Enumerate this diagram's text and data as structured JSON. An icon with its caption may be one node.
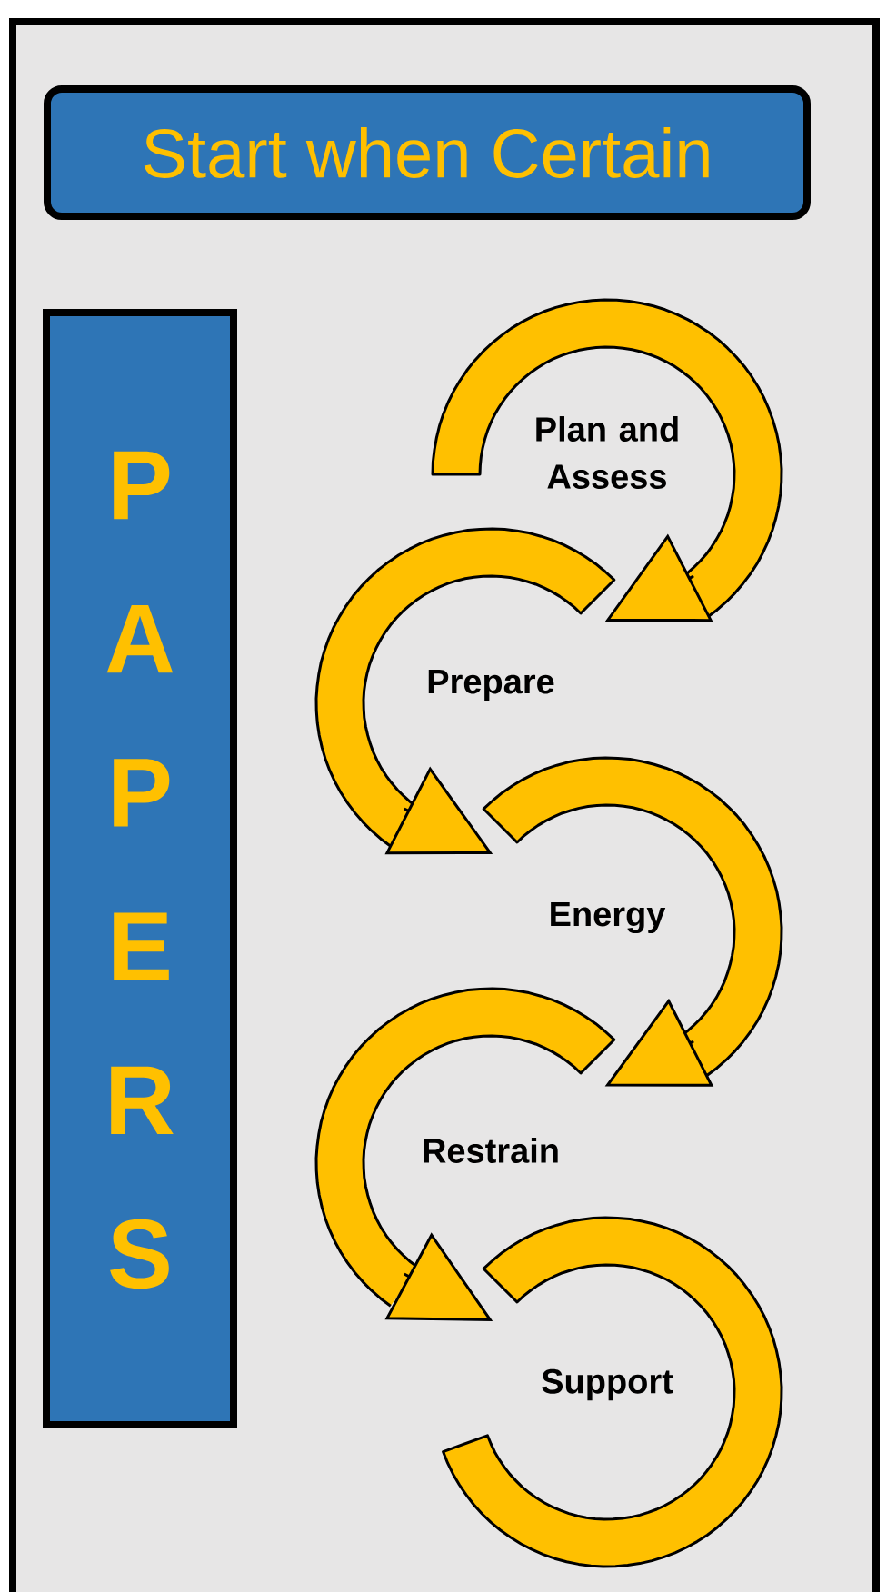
{
  "diagram": {
    "nodes": [
      {
        "text": [
          "Start when Certain"
        ]
      },
      {
        "text": [
          "P",
          "A",
          "P",
          "E",
          "R",
          "S"
        ]
      },
      {
        "text": [
          "Plan and Assess"
        ]
      },
      {
        "text": [
          "Prepare"
        ]
      },
      {
        "text": [
          "Energy"
        ]
      },
      {
        "text": [
          "Restrain"
        ]
      },
      {
        "text": [
          "Support"
        ]
      }
    ],
    "edges": [
      {
        "from": 2,
        "to": 3,
        "arrow": "to"
      },
      {
        "from": 3,
        "to": 4,
        "arrow": "to"
      },
      {
        "from": 4,
        "to": 5,
        "arrow": "to"
      },
      {
        "from": 5,
        "to": 6,
        "arrow": "to"
      }
    ]
  }
}
